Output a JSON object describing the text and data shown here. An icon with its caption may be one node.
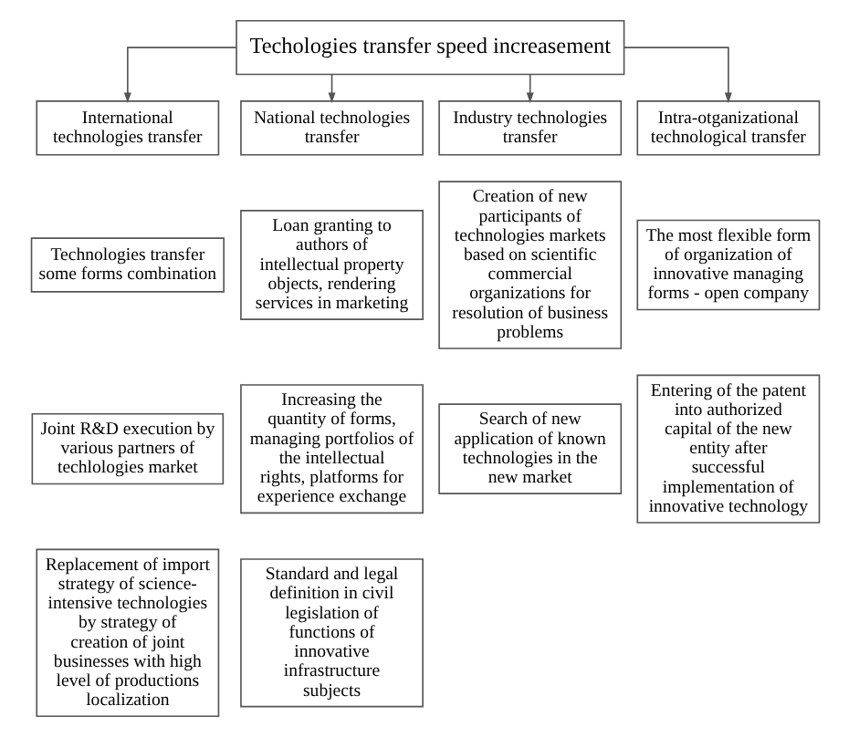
{
  "diagram": {
    "nodes": [
      {
        "text": [
          "Techologies transfer speed increasement"
        ]
      },
      {
        "text": [
          "International technologies transfer"
        ]
      },
      {
        "text": [
          "National technologies transfer"
        ]
      },
      {
        "text": [
          "Industry technologies transfer"
        ]
      },
      {
        "text": [
          "Intra-otganizational technological transfer"
        ]
      },
      {
        "text": [
          "Technologies transfer some forms combination"
        ]
      },
      {
        "text": [
          "Joint R&D execution by various partners of techlologies market"
        ]
      },
      {
        "text": [
          "Replacement of import strategy of science-intensive technologies by strategy of creation of joint businesses with high level of productions localization"
        ]
      },
      {
        "text": [
          "Loan granting to authors of intellectual property objects, rendering services in marketing"
        ]
      },
      {
        "text": [
          "Increasing the quantity of forms, managing portfolios of the intellectual rights, platforms for experience exchange"
        ]
      },
      {
        "text": [
          "Standard and legal definition in civil legislation of functions of innovative infrastructure subjects"
        ]
      },
      {
        "text": [
          "Creation of new participants of technologies markets based on scientific commercial organizations for resolution of business problems"
        ]
      },
      {
        "text": [
          "Search of new application of known technologies in the new market"
        ]
      },
      {
        "text": [
          "The most flexible form of organization of innovative managing forms - open company"
        ]
      },
      {
        "text": [
          "Entering of the patent into authorized capital of the new entity after successful implementation of innovative technology"
        ]
      }
    ],
    "edges": [
      {
        "from": 0,
        "to": 1,
        "arrow": "to"
      },
      {
        "from": 0,
        "to": 2,
        "arrow": "to"
      },
      {
        "from": 0,
        "to": 3,
        "arrow": "to"
      },
      {
        "from": 0,
        "to": 4,
        "arrow": "to"
      }
    ]
  }
}
